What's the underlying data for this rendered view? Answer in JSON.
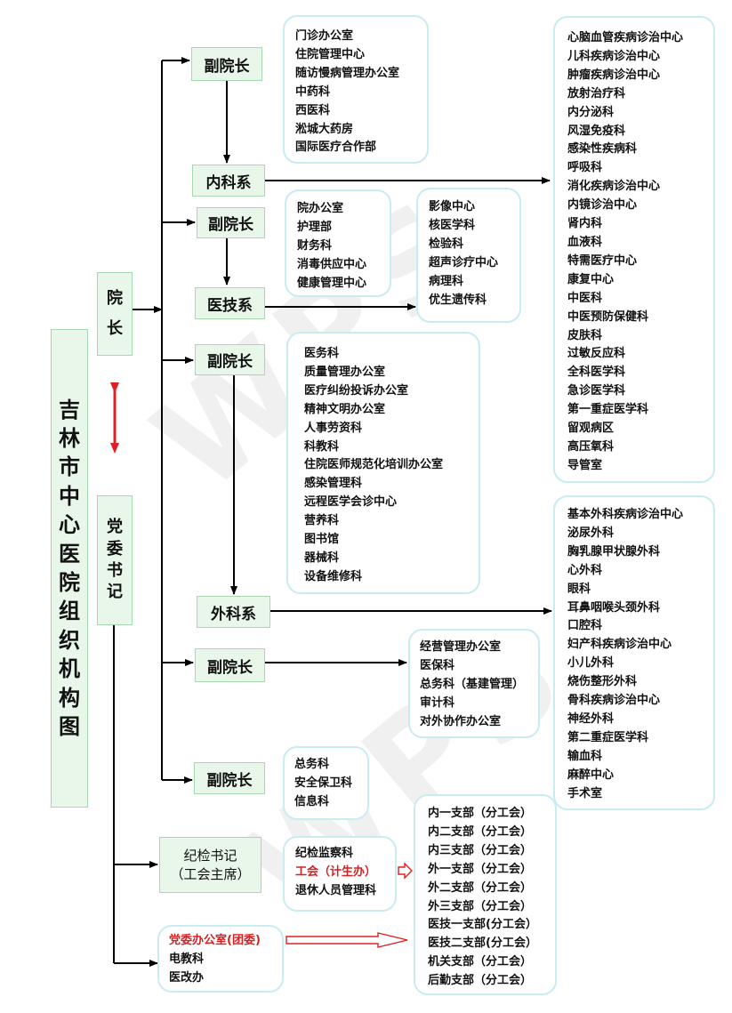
{
  "title": [
    "吉",
    "林",
    "市",
    "中",
    "心",
    "医",
    "院",
    "组",
    "织",
    "机",
    "构",
    "图"
  ],
  "president": [
    "院",
    "长"
  ],
  "party_secretary": [
    "党",
    "委",
    "书",
    "记"
  ],
  "vp_label": "副院长",
  "internal_dept": "内科系",
  "medtech_dept": "医技系",
  "surgery_dept": "外科系",
  "discipline": {
    "line1": "纪检书记",
    "line2": "（工会主席）"
  },
  "vp1_list": [
    "门诊办公室",
    "住院管理中心",
    "随访慢病管理办公室",
    "中药科",
    "西医科",
    "淞城大药房",
    "国际医疗合作部"
  ],
  "vp2_list": [
    "院办公室",
    "护理部",
    "财务科",
    "消毒供应中心",
    "健康管理中心"
  ],
  "medtech_list": [
    "影像中心",
    "核医学科",
    "检验科",
    "超声诊疗中心",
    "病理科",
    "优生遗传科"
  ],
  "vp3_list": [
    "医务科",
    "质量管理办公室",
    "医疗纠纷投诉办公室",
    "精神文明办公室",
    "人事劳资科",
    "科教科",
    "住院医师规范化培训办公室",
    "感染管理科",
    "远程医学会诊中心",
    "营养科",
    "图书馆",
    "器械科",
    "设备维修科"
  ],
  "internal_list": [
    "心脑血管疾病诊治中心",
    "儿科疾病诊治中心",
    "肿瘤疾病诊治中心",
    "放射治疗科",
    "内分泌科",
    "风湿免疫科",
    "感染性疾病科",
    "呼吸科",
    "消化疾病诊治中心",
    "内镜诊治中心",
    "肾内科",
    "血液科",
    "特需医疗中心",
    "康复中心",
    "中医科",
    "中医预防保健科",
    "皮肤科",
    "过敏反应科",
    "全科医学科",
    "急诊医学科",
    "第一重症医学科",
    "留观病区",
    "高压氧科",
    "导管室"
  ],
  "surgery_list": [
    "基本外科疾病诊治中心",
    "泌尿外科",
    "胸乳腺甲状腺外科",
    "心外科",
    "眼科",
    "耳鼻咽喉头颈外科",
    "口腔科",
    "妇产科疾病诊治中心",
    "小儿外科",
    "烧伤整形外科",
    "骨科疾病诊治中心",
    "神经外科",
    "第二重症医学科",
    "输血科",
    "麻醉中心",
    "手术室"
  ],
  "vp4_list": [
    "经营管理办公室",
    "医保科",
    "总务科（基建管理）",
    "审计科",
    "对外协作办公室"
  ],
  "vp5_list": [
    "总务科",
    "安全保卫科",
    "信息科"
  ],
  "discipline_list": {
    "item1": "纪检监察科",
    "item2": "工会（计生办）",
    "item3": "退休人员管理科"
  },
  "party_office_list": {
    "item1": "党委办公室(团委)",
    "item2": "电教科",
    "item3": "医改办"
  },
  "union_list": [
    "内一支部（分工会）",
    "内二支部（分工会）",
    "内三支部（分工会）",
    "外一支部（分工会）",
    "外二支部（分工会）",
    "外三支部（分工会）",
    "医技一支部(分工会）",
    "医技二支部(分工会）",
    "机关支部（分工会）",
    "后勤支部（分工会）"
  ],
  "watermark": "WPS",
  "colors": {
    "box_fill": "#e8f7ea",
    "box_border": "#a8d8b0",
    "round_border": "#c8ecf2",
    "red": "#d42020"
  }
}
